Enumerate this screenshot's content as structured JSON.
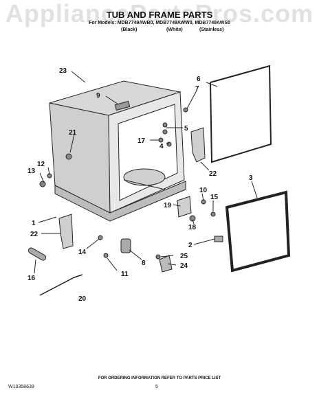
{
  "watermark": "AppliancePartsPros.com",
  "header": {
    "title": "TUB AND FRAME PARTS",
    "models": "For Models: MDB7749AWB0, MDB7749AWW0, MDB7749AWS0",
    "variants": [
      "(Black)",
      "(White)",
      "(Stainless)"
    ]
  },
  "callouts": [
    "1",
    "2",
    "3",
    "4",
    "5",
    "6",
    "7",
    "8",
    "9",
    "10",
    "11",
    "12",
    "13",
    "14",
    "15",
    "16",
    "17",
    "18",
    "19",
    "20",
    "21",
    "22",
    "22",
    "23",
    "24",
    "25"
  ],
  "footer": {
    "ordering": "FOR ORDERING INFORMATION REFER TO PARTS PRICE LIST",
    "doc_number": "W10358639",
    "page": "5"
  },
  "colors": {
    "line": "#222222",
    "shade": "#bdbdbd",
    "dark": "#555555"
  }
}
